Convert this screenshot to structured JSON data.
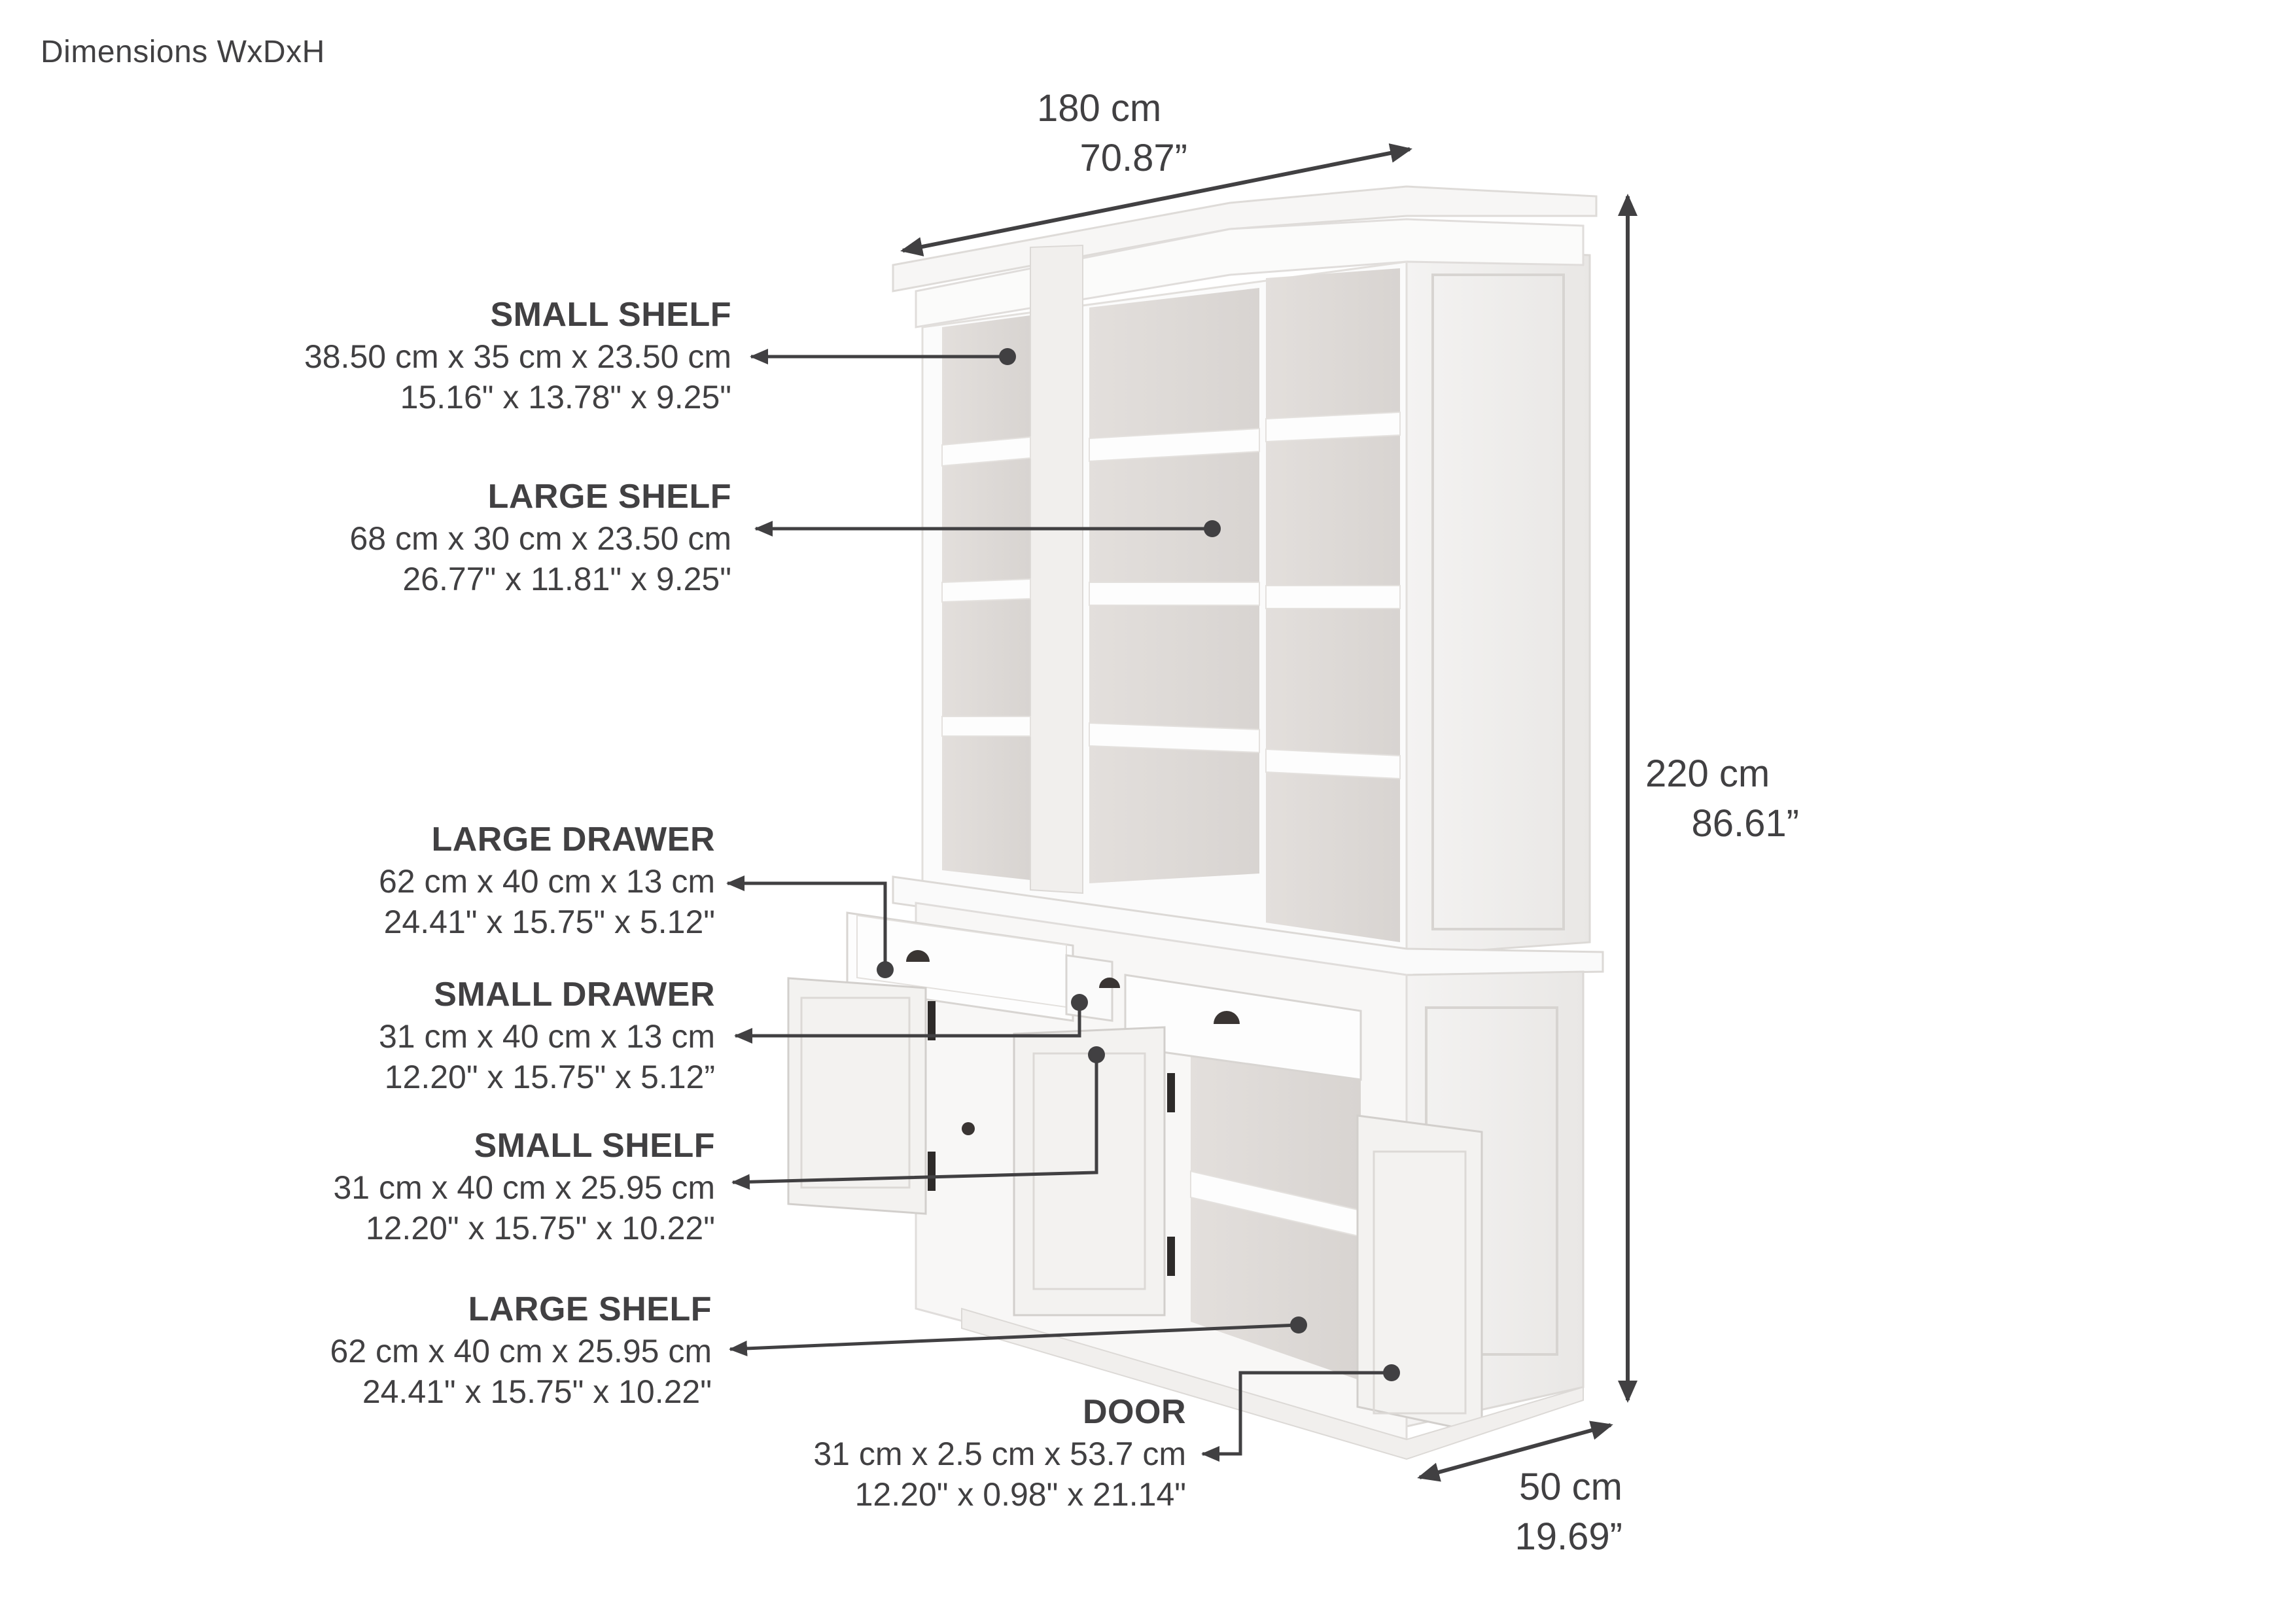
{
  "title": "Dimensions WxDxH",
  "overall": {
    "width": {
      "metric": "180 cm",
      "imperial": "70.87”"
    },
    "height": {
      "metric": "220 cm",
      "imperial": "86.61”"
    },
    "depth": {
      "metric": "50 cm",
      "imperial": "19.69”"
    }
  },
  "callouts": [
    {
      "name": "SMALL SHELF",
      "metric": "38.50 cm x 35 cm x 23.50 cm",
      "imperial": "15.16\" x 13.78\" x 9.25\""
    },
    {
      "name": "LARGE SHELF",
      "metric": "68 cm x 30 cm x 23.50 cm",
      "imperial": "26.77\" x 11.81\" x 9.25\""
    },
    {
      "name": "LARGE DRAWER",
      "metric": "62 cm x 40 cm x 13 cm",
      "imperial": "24.41\" x 15.75\" x 5.12\""
    },
    {
      "name": "SMALL DRAWER",
      "metric": "31 cm x 40 cm x 13 cm",
      "imperial": "12.20\" x 15.75\" x 5.12”"
    },
    {
      "name": "SMALL SHELF",
      "metric": "31 cm x 40 cm x 25.95 cm",
      "imperial": "12.20\" x 15.75\" x 10.22\""
    },
    {
      "name": "LARGE SHELF",
      "metric": "62 cm x 40 cm x 25.95 cm",
      "imperial": "24.41\" x 15.75\" x 10.22\""
    },
    {
      "name": "DOOR",
      "metric": "31 cm x 2.5 cm x 53.7 cm",
      "imperial": "12.20\" x 0.98\" x 21.14\""
    }
  ],
  "colors": {
    "text": "#414042",
    "line": "#414042",
    "furniture_white": "#fbfbfb",
    "furniture_shade": "#e6e3e1",
    "furniture_interior": "#d9d5d2",
    "hardware": "#3a3533"
  }
}
